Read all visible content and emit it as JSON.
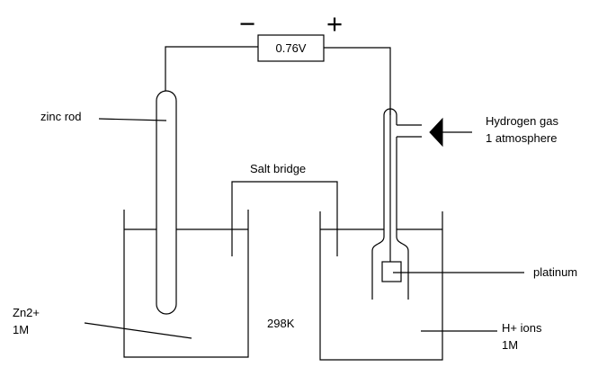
{
  "diagram": {
    "voltmeter": {
      "reading": "0.76V",
      "negative_symbol": "−",
      "positive_symbol": "+"
    },
    "labels": {
      "zinc_rod": "zinc rod",
      "hydrogen_gas": "Hydrogen gas",
      "hydrogen_pressure": "1 atmosphere",
      "salt_bridge": "Salt bridge",
      "platinum": "platinum",
      "zinc_ion": "Zn2+",
      "zinc_conc": "1M",
      "temperature": "298K",
      "hydrogen_ion": "H+ ions",
      "hydrogen_conc": "1M"
    },
    "colors": {
      "ink": "#000000",
      "background": "#ffffff"
    }
  }
}
